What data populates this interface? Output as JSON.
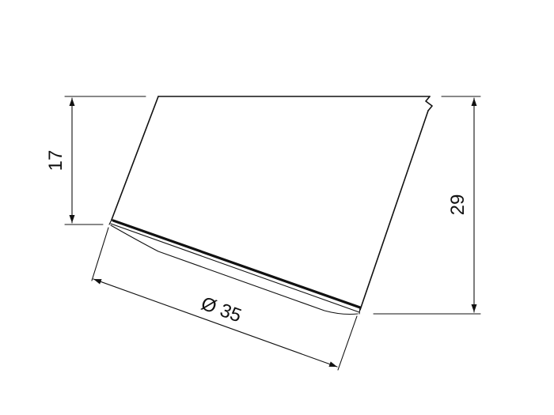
{
  "dimensions": {
    "front_height": "17",
    "total_height": "29",
    "diameter": "Ø 35"
  },
  "colors": {
    "line": "#111111",
    "background": "#ffffff"
  }
}
